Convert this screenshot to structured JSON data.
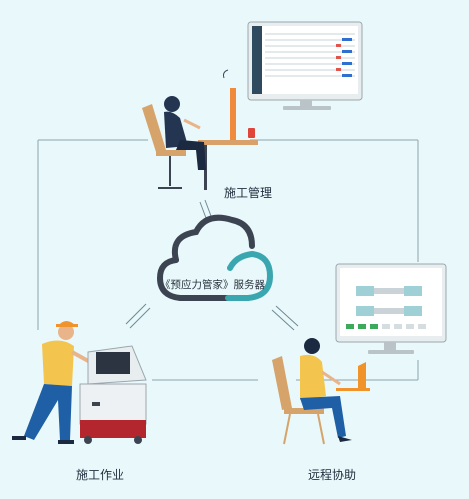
{
  "nodes": {
    "management": {
      "label": "施工管理"
    },
    "server": {
      "label": "《预应力管家》服务器"
    },
    "site": {
      "label": "施工作业"
    },
    "remote": {
      "label": "远程协助"
    }
  },
  "colors": {
    "background": "#e9f8fa",
    "connector": "#6e8a93",
    "cloud_dark": "#3c4452",
    "cloud_teal": "#3aa7b0",
    "hardhat": "#f0932b",
    "shirt_yellow": "#f3c54e",
    "pants_blue": "#1f5fa6",
    "device_red": "#b3262d"
  }
}
